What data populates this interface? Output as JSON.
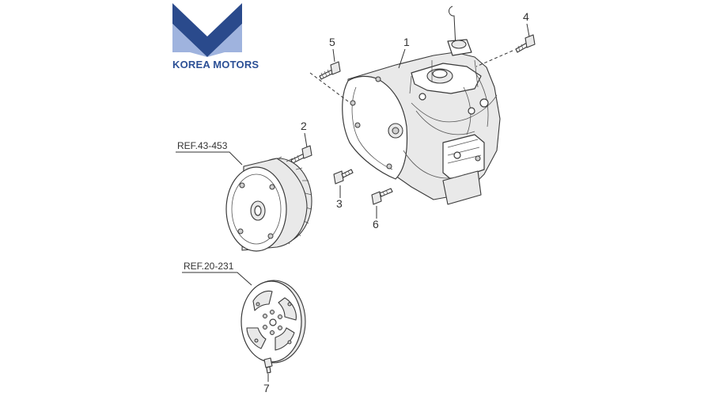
{
  "brand": {
    "name": "KOREA MOTORS",
    "colors": {
      "dark_blue": "#2a4a8c",
      "light_blue": "#8fa8d8",
      "text_blue": "#2b4f95"
    }
  },
  "callouts": {
    "part_1": "1",
    "part_2": "2",
    "part_3": "3",
    "part_4": "4",
    "part_5": "5",
    "part_6": "6",
    "part_7": "7"
  },
  "references": {
    "torque_converter": "REF.43-453",
    "drive_plate": "REF.20-231"
  }
}
